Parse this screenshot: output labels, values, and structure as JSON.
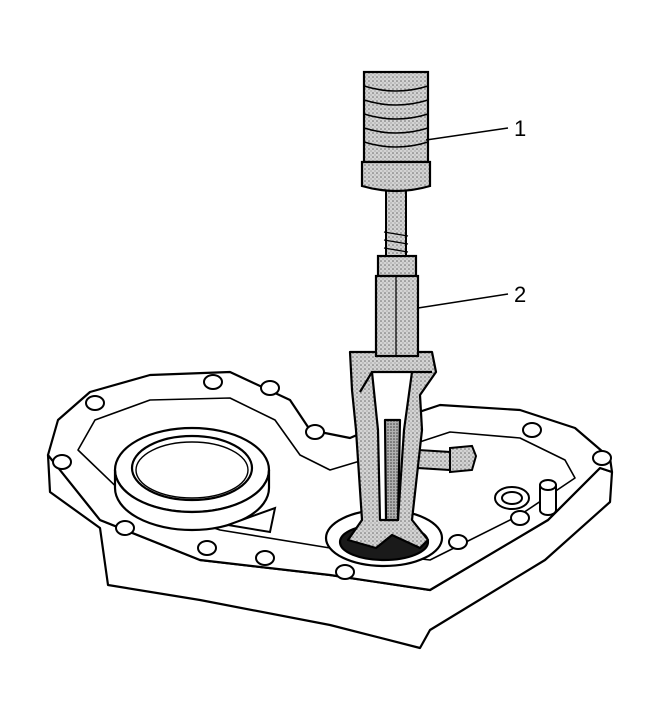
{
  "callouts": [
    {
      "id": "1",
      "label": "1"
    },
    {
      "id": "2",
      "label": "2"
    }
  ],
  "colors": {
    "ink": "#000000",
    "paper": "#ffffff",
    "shade": "#bdbdbd",
    "dark_shade": "#8a8a8a"
  }
}
